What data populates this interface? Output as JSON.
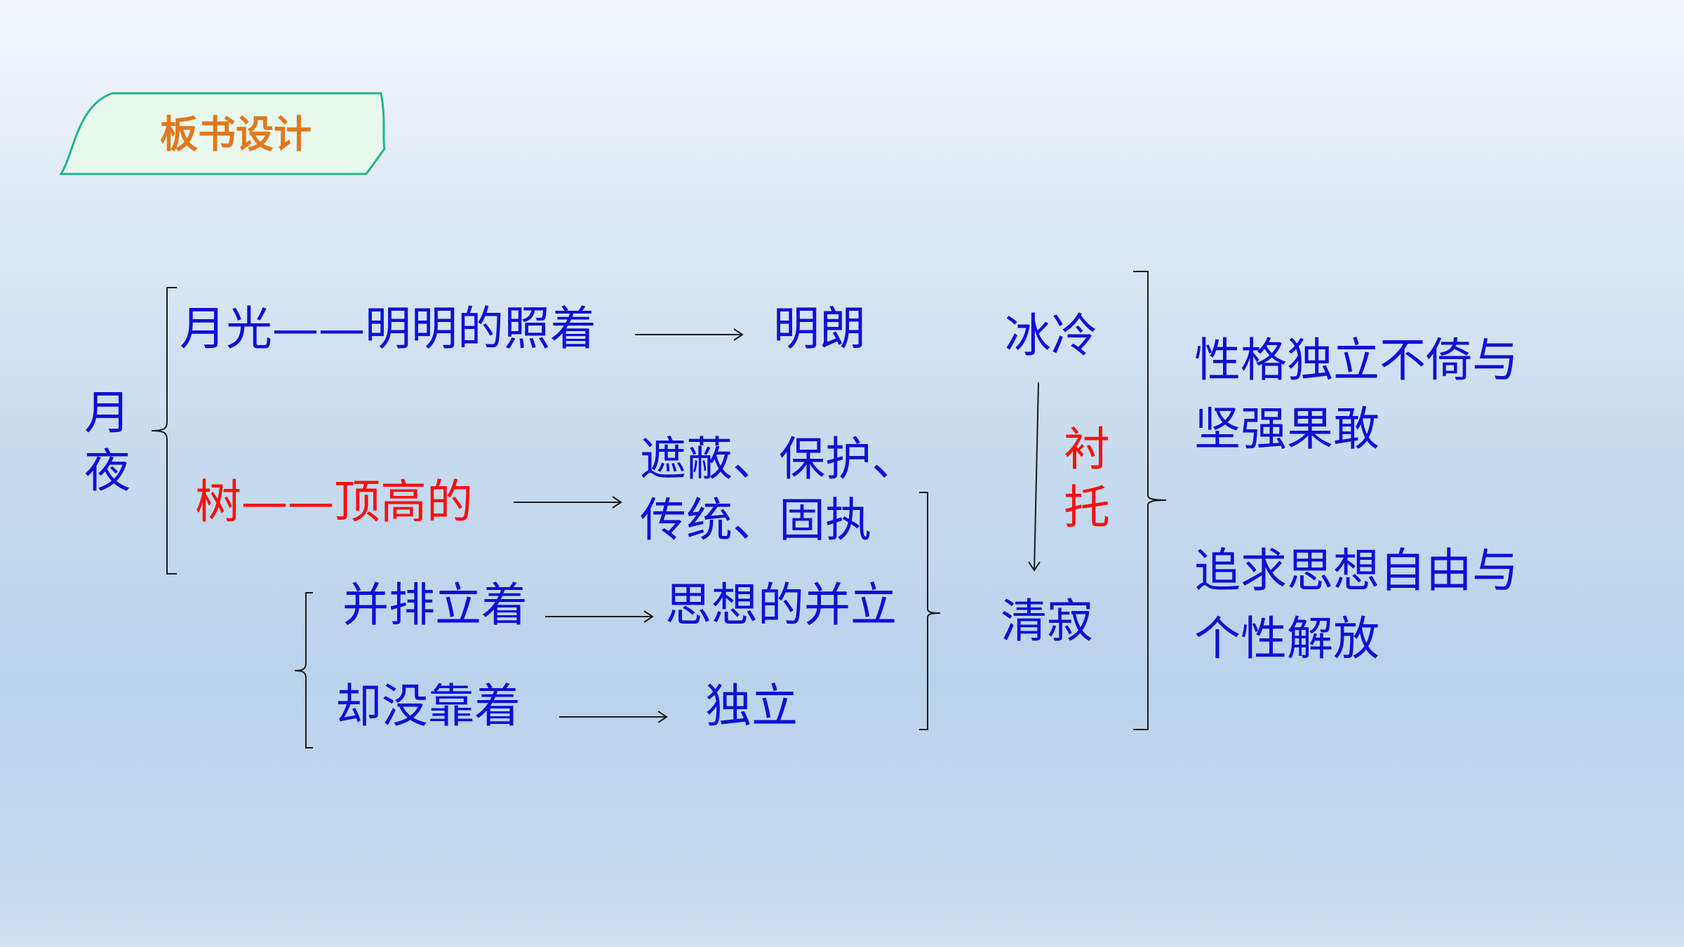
{
  "header": {
    "title": "板书设计"
  },
  "colors": {
    "text_blue": "#0f10d6",
    "text_red": "#ff0d0d",
    "title_orange": "#e4771b",
    "tag_fill": "#e8f8ec",
    "tag_stroke": "#22b58a"
  },
  "diagram": {
    "root": "月夜",
    "moonlight": {
      "label": "月光——明明的照着",
      "result": "明朗"
    },
    "tree": {
      "label": "树——顶高的",
      "result_line1": "遮蔽、保护、",
      "result_line2": "传统、固执"
    },
    "side_by_side": {
      "label": "并排立着",
      "result": "思想的并立"
    },
    "not_leaning": {
      "label": "却没靠着",
      "result": "独立"
    },
    "cold": "冰冷",
    "contrast": "衬托",
    "lonely": "清寂",
    "meaning1_line1": "性格独立不倚与",
    "meaning1_line2": "坚强果敢",
    "meaning2_line1": "追求思想自由与",
    "meaning2_line2": "个性解放"
  }
}
